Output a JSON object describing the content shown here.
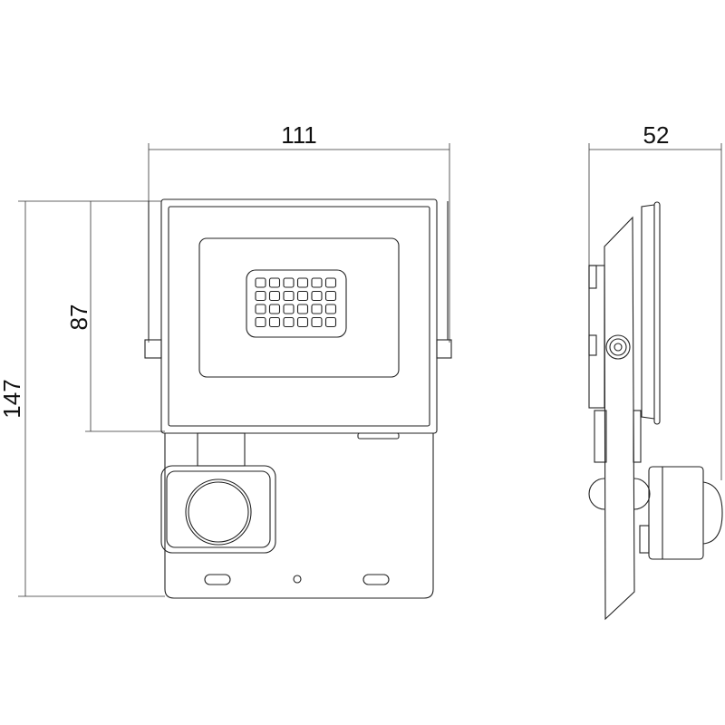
{
  "dimensions": {
    "front_width": "111",
    "side_depth": "52",
    "head_height": "87",
    "total_height": "147"
  },
  "led_grid": {
    "columns": 6,
    "rows": 4
  },
  "colors": {
    "line": "#222222",
    "background": "#ffffff"
  }
}
